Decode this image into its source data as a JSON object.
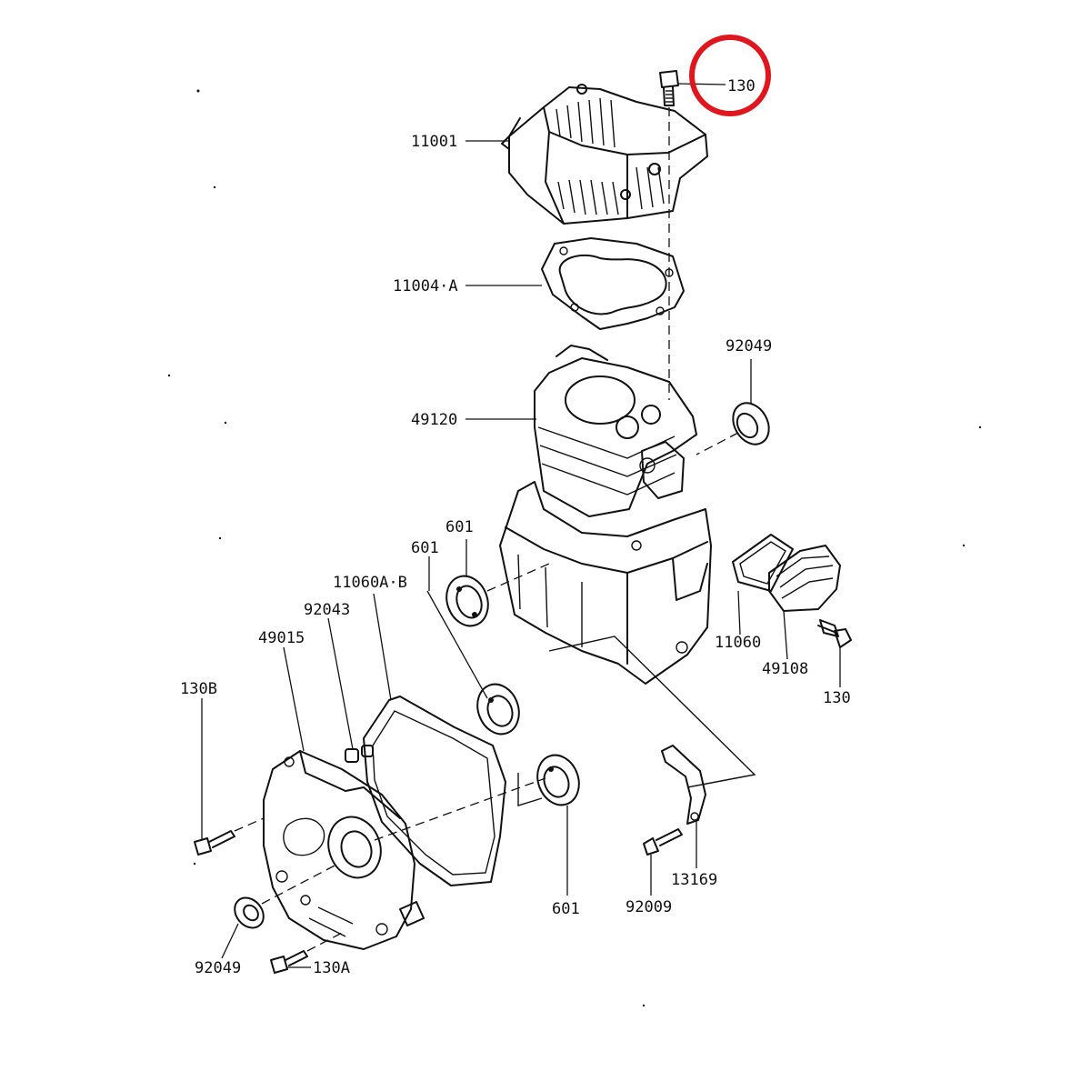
{
  "labels": {
    "bolt_head_top": "130",
    "cylinder_head": "11001",
    "head_gasket": "11004·A",
    "oil_seal_right": "92049",
    "cylinder_block": "49120",
    "bearing_upper_a": "601",
    "bearing_upper_b": "601",
    "crankcase_gasket": "11060A·B",
    "dowel_pin": "92043",
    "crankcase_cover": "49015",
    "bolt_cover": "130B",
    "breather_gasket": "11060",
    "breather_cover": "49108",
    "bolt_breather": "130",
    "bearing_lower": "601",
    "bolt_plate": "92009",
    "plate": "13169",
    "oil_seal_left": "92049",
    "bolt_cover_lower": "130A"
  },
  "highlight": {
    "color": "#e0161e",
    "target": "bolt_head_top"
  },
  "colors": {
    "ink": "#111111",
    "background": "#ffffff"
  }
}
